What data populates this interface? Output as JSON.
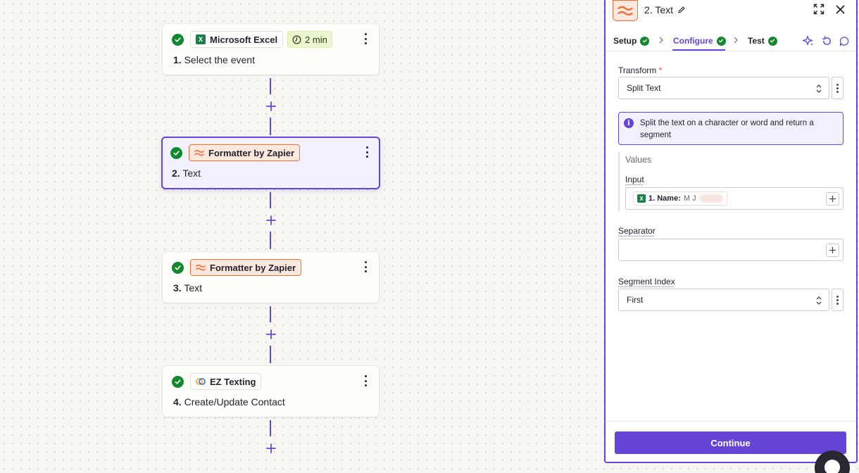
{
  "workflow": {
    "steps": [
      {
        "number": "1.",
        "app": "Microsoft Excel",
        "action": "Select the event",
        "time_badge": "2 min",
        "app_icon": "excel-icon"
      },
      {
        "number": "2.",
        "app": "Formatter by Zapier",
        "action": "Text",
        "app_icon": "formatter-icon",
        "selected": true
      },
      {
        "number": "3.",
        "app": "Formatter by Zapier",
        "action": "Text",
        "app_icon": "formatter-icon"
      },
      {
        "number": "4.",
        "app": "EZ Texting",
        "action": "Create/Update Contact",
        "app_icon": "ez-texting-icon"
      }
    ]
  },
  "panel": {
    "title": "2. Text",
    "tabs": [
      {
        "label": "Setup",
        "status": "complete"
      },
      {
        "label": "Configure",
        "status": "complete",
        "active": true
      },
      {
        "label": "Test",
        "status": "complete"
      }
    ],
    "transform": {
      "label": "Transform",
      "required_mark": "*",
      "value": "Split Text"
    },
    "info_text": "Split the text on a character or word and return a segment",
    "values_heading": "Values",
    "input": {
      "label": "Input",
      "token_label": "1. Name:",
      "token_value": "M J"
    },
    "separator": {
      "label": "Separator",
      "value": ""
    },
    "segment_index": {
      "label": "Segment Index",
      "value": "First"
    },
    "continue_label": "Continue"
  },
  "colors": {
    "accent": "#6545d6",
    "success": "#14882e",
    "formatter_orange": "#f26d3d",
    "excel_green": "#1b7f47"
  }
}
